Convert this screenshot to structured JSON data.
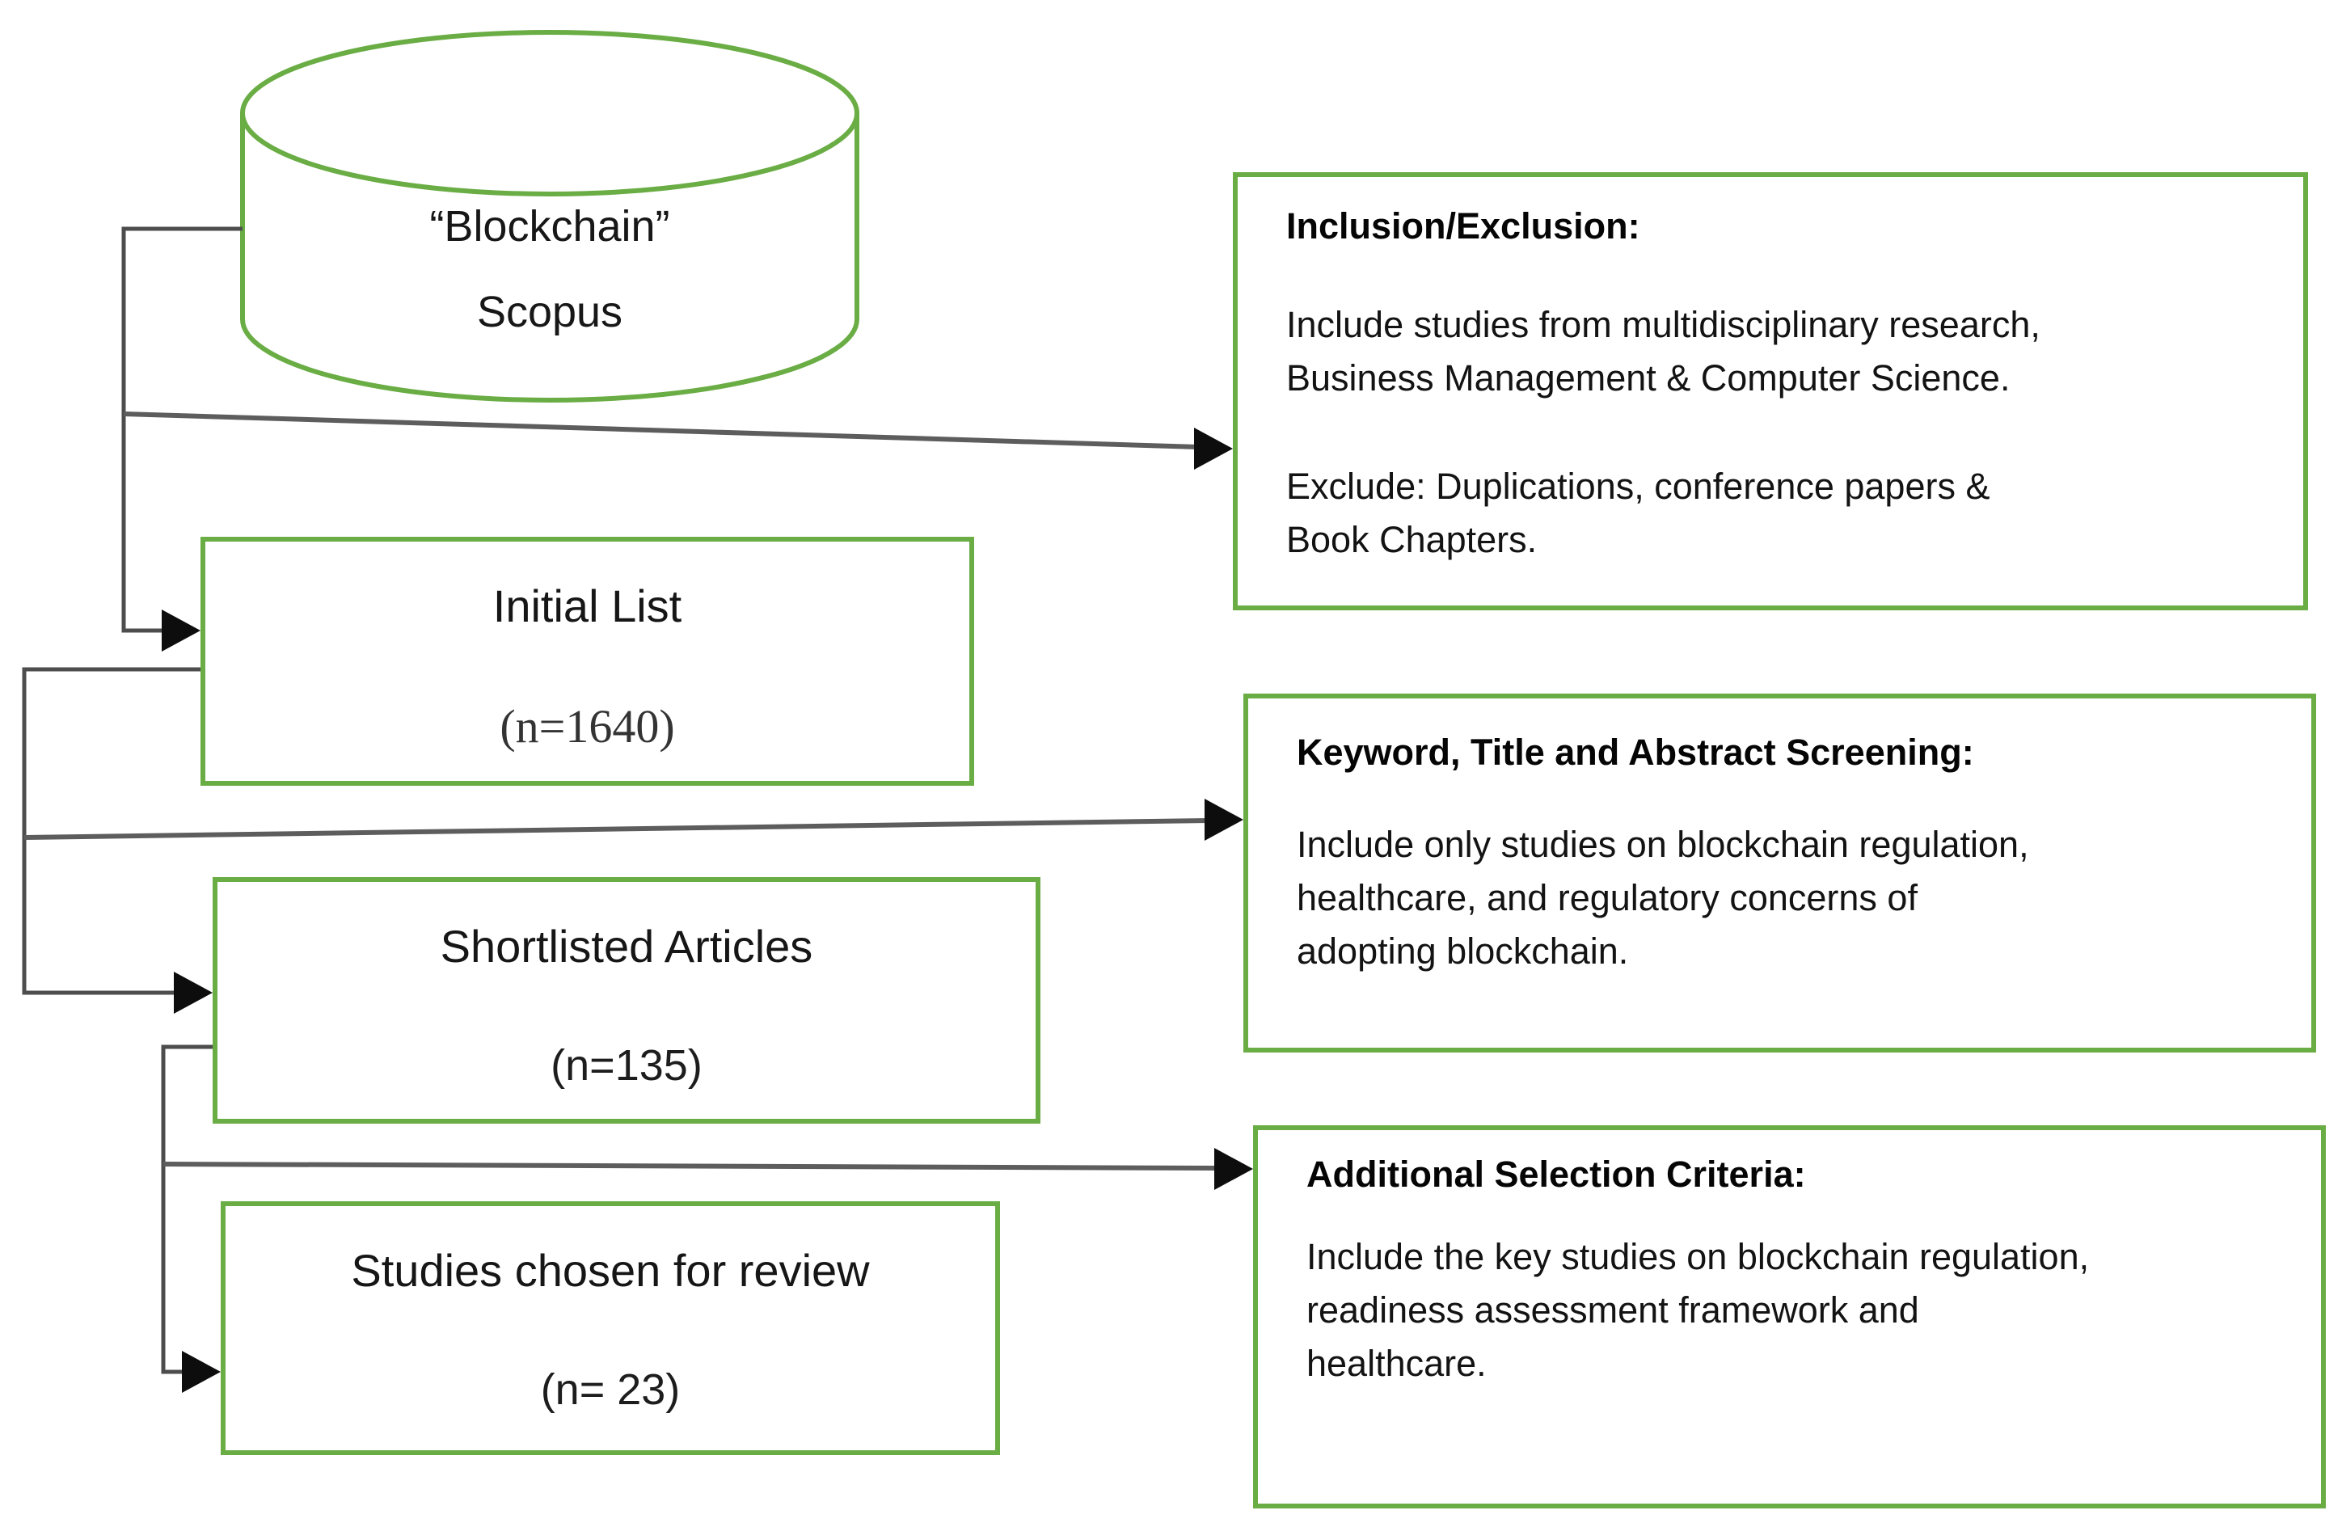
{
  "figure": {
    "colors": {
      "box_green": "#6aad45",
      "connector_gray": "#4d4d4d",
      "arrow_black": "#0d0d0d",
      "text_black": "#171717",
      "background": "#ffffff"
    },
    "database": {
      "line1": "“Blockchain”",
      "line2": "Scopus"
    },
    "stages": [
      {
        "label": "Initial List",
        "count": "(n=1640)"
      },
      {
        "label": "Shortlisted Articles",
        "count": "(n=135)"
      },
      {
        "label": "Studies chosen for review",
        "count": "(n= 23)"
      }
    ],
    "criteria": [
      {
        "title": "Inclusion/Exclusion:",
        "paragraphs": [
          "Include studies from multidisciplinary research,\nBusiness Management & Computer Science.",
          "Exclude: Duplications, conference papers &\nBook Chapters."
        ]
      },
      {
        "title": "Keyword, Title and Abstract Screening:",
        "paragraphs": [
          "Include only studies on blockchain regulation,\nhealthcare, and regulatory concerns of\nadopting blockchain."
        ]
      },
      {
        "title": "Additional Selection Criteria:",
        "paragraphs": [
          "Include the key studies on blockchain regulation,\nreadiness assessment framework and\nhealthcare."
        ]
      }
    ]
  }
}
